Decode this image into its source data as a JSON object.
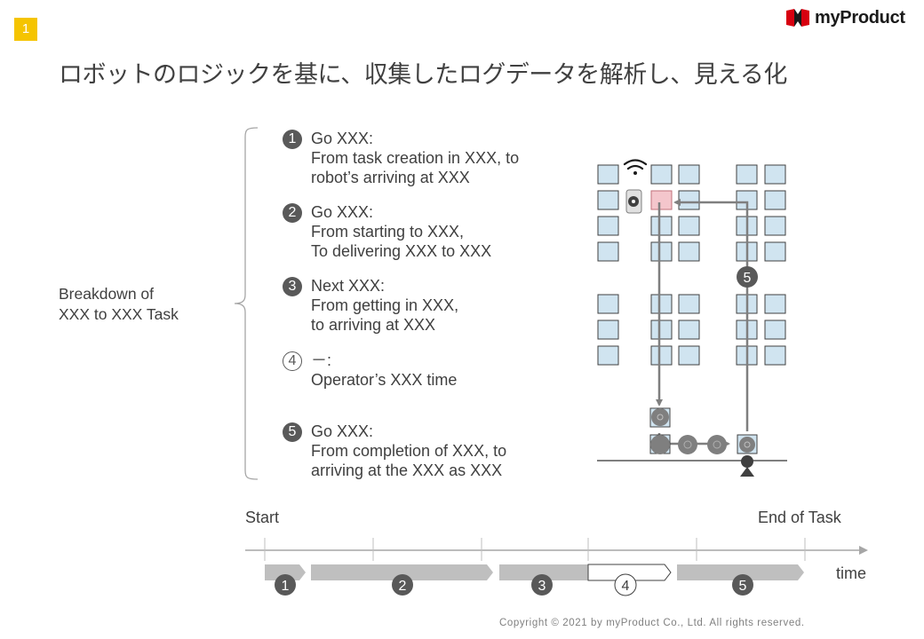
{
  "page_number": "1",
  "logo": {
    "text": "myProduct"
  },
  "title": "ロボットのロジックを基に、収集したログデータを解析し、見える化",
  "brace_label": {
    "line1": "Breakdown of",
    "line2": "XXX to XXX Task"
  },
  "steps": [
    {
      "num": "1",
      "lines": [
        "Go XXX:",
        "From task creation in XXX, to",
        "robot’s arriving at XXX"
      ]
    },
    {
      "num": "2",
      "lines": [
        "Go XXX:",
        "From starting to XXX,",
        "To delivering XXX to XXX"
      ]
    },
    {
      "num": "3",
      "lines": [
        "Next XXX:",
        "From getting in XXX,",
        "to arriving at XXX"
      ]
    },
    {
      "num": "4",
      "lines": [
        "－:",
        "Operator’s XXX time"
      ]
    },
    {
      "num": "5",
      "lines": [
        "Go XXX:",
        "From completion of XXX, to",
        "arriving at the XXX as XXX"
      ]
    }
  ],
  "map": {
    "route_badge": "5",
    "wifi_icon": "wifi-icon"
  },
  "timeline": {
    "start_label": "Start",
    "end_label": "End of Task",
    "axis_label": "time",
    "segments": [
      "1",
      "2",
      "3",
      "4",
      "5"
    ]
  },
  "colors": {
    "accent_yellow": "#f5c400",
    "logo_red": "#d7000f",
    "shelf_fill": "#d0e4f0",
    "highlight_shelf": "#f4c6cc",
    "segment_gray": "#bfbfbf"
  },
  "copyright": "Copyright © 2021 by myProduct Co., Ltd.  All rights reserved."
}
